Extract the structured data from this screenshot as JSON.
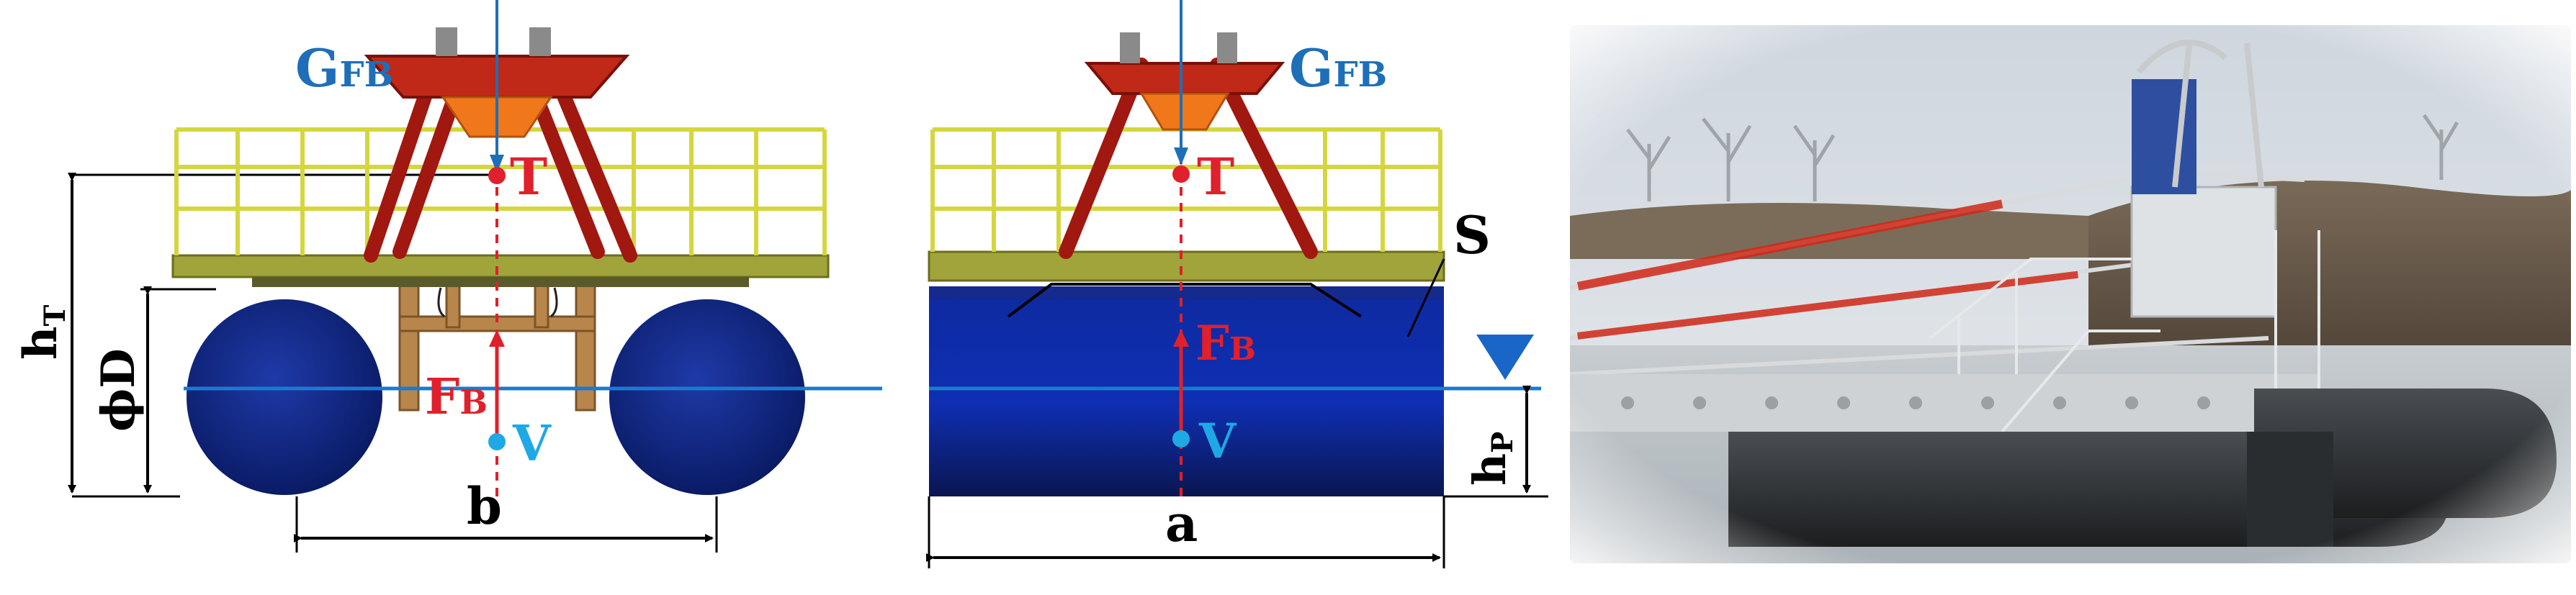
{
  "labels": {
    "g_main": "G",
    "g_sub": "FB",
    "t": "T",
    "f_main": "F",
    "f_sub": "B",
    "v": "V",
    "s": "S",
    "h_main": "h",
    "h_sub": "T",
    "phi_d": "ϕD",
    "b": "b",
    "a": "a",
    "hp_main": "h",
    "hp_sub": "P"
  },
  "colors": {
    "navy": "#0b1f7a",
    "blue_label": "#1e6fb8",
    "red_label": "#e0202a",
    "cyan_point": "#1fa8e6",
    "frame_red": "#a01810",
    "hopper_orange": "#f0781a",
    "railing_yellow": "#d4d640",
    "deck_olive": "#a0a43a",
    "wood": "#b8864a",
    "waterline": "#1a7ad0",
    "water_marker": "#1a66c8"
  },
  "photo": {
    "description_icon": "floating-conveyor-pontoon-photo"
  }
}
